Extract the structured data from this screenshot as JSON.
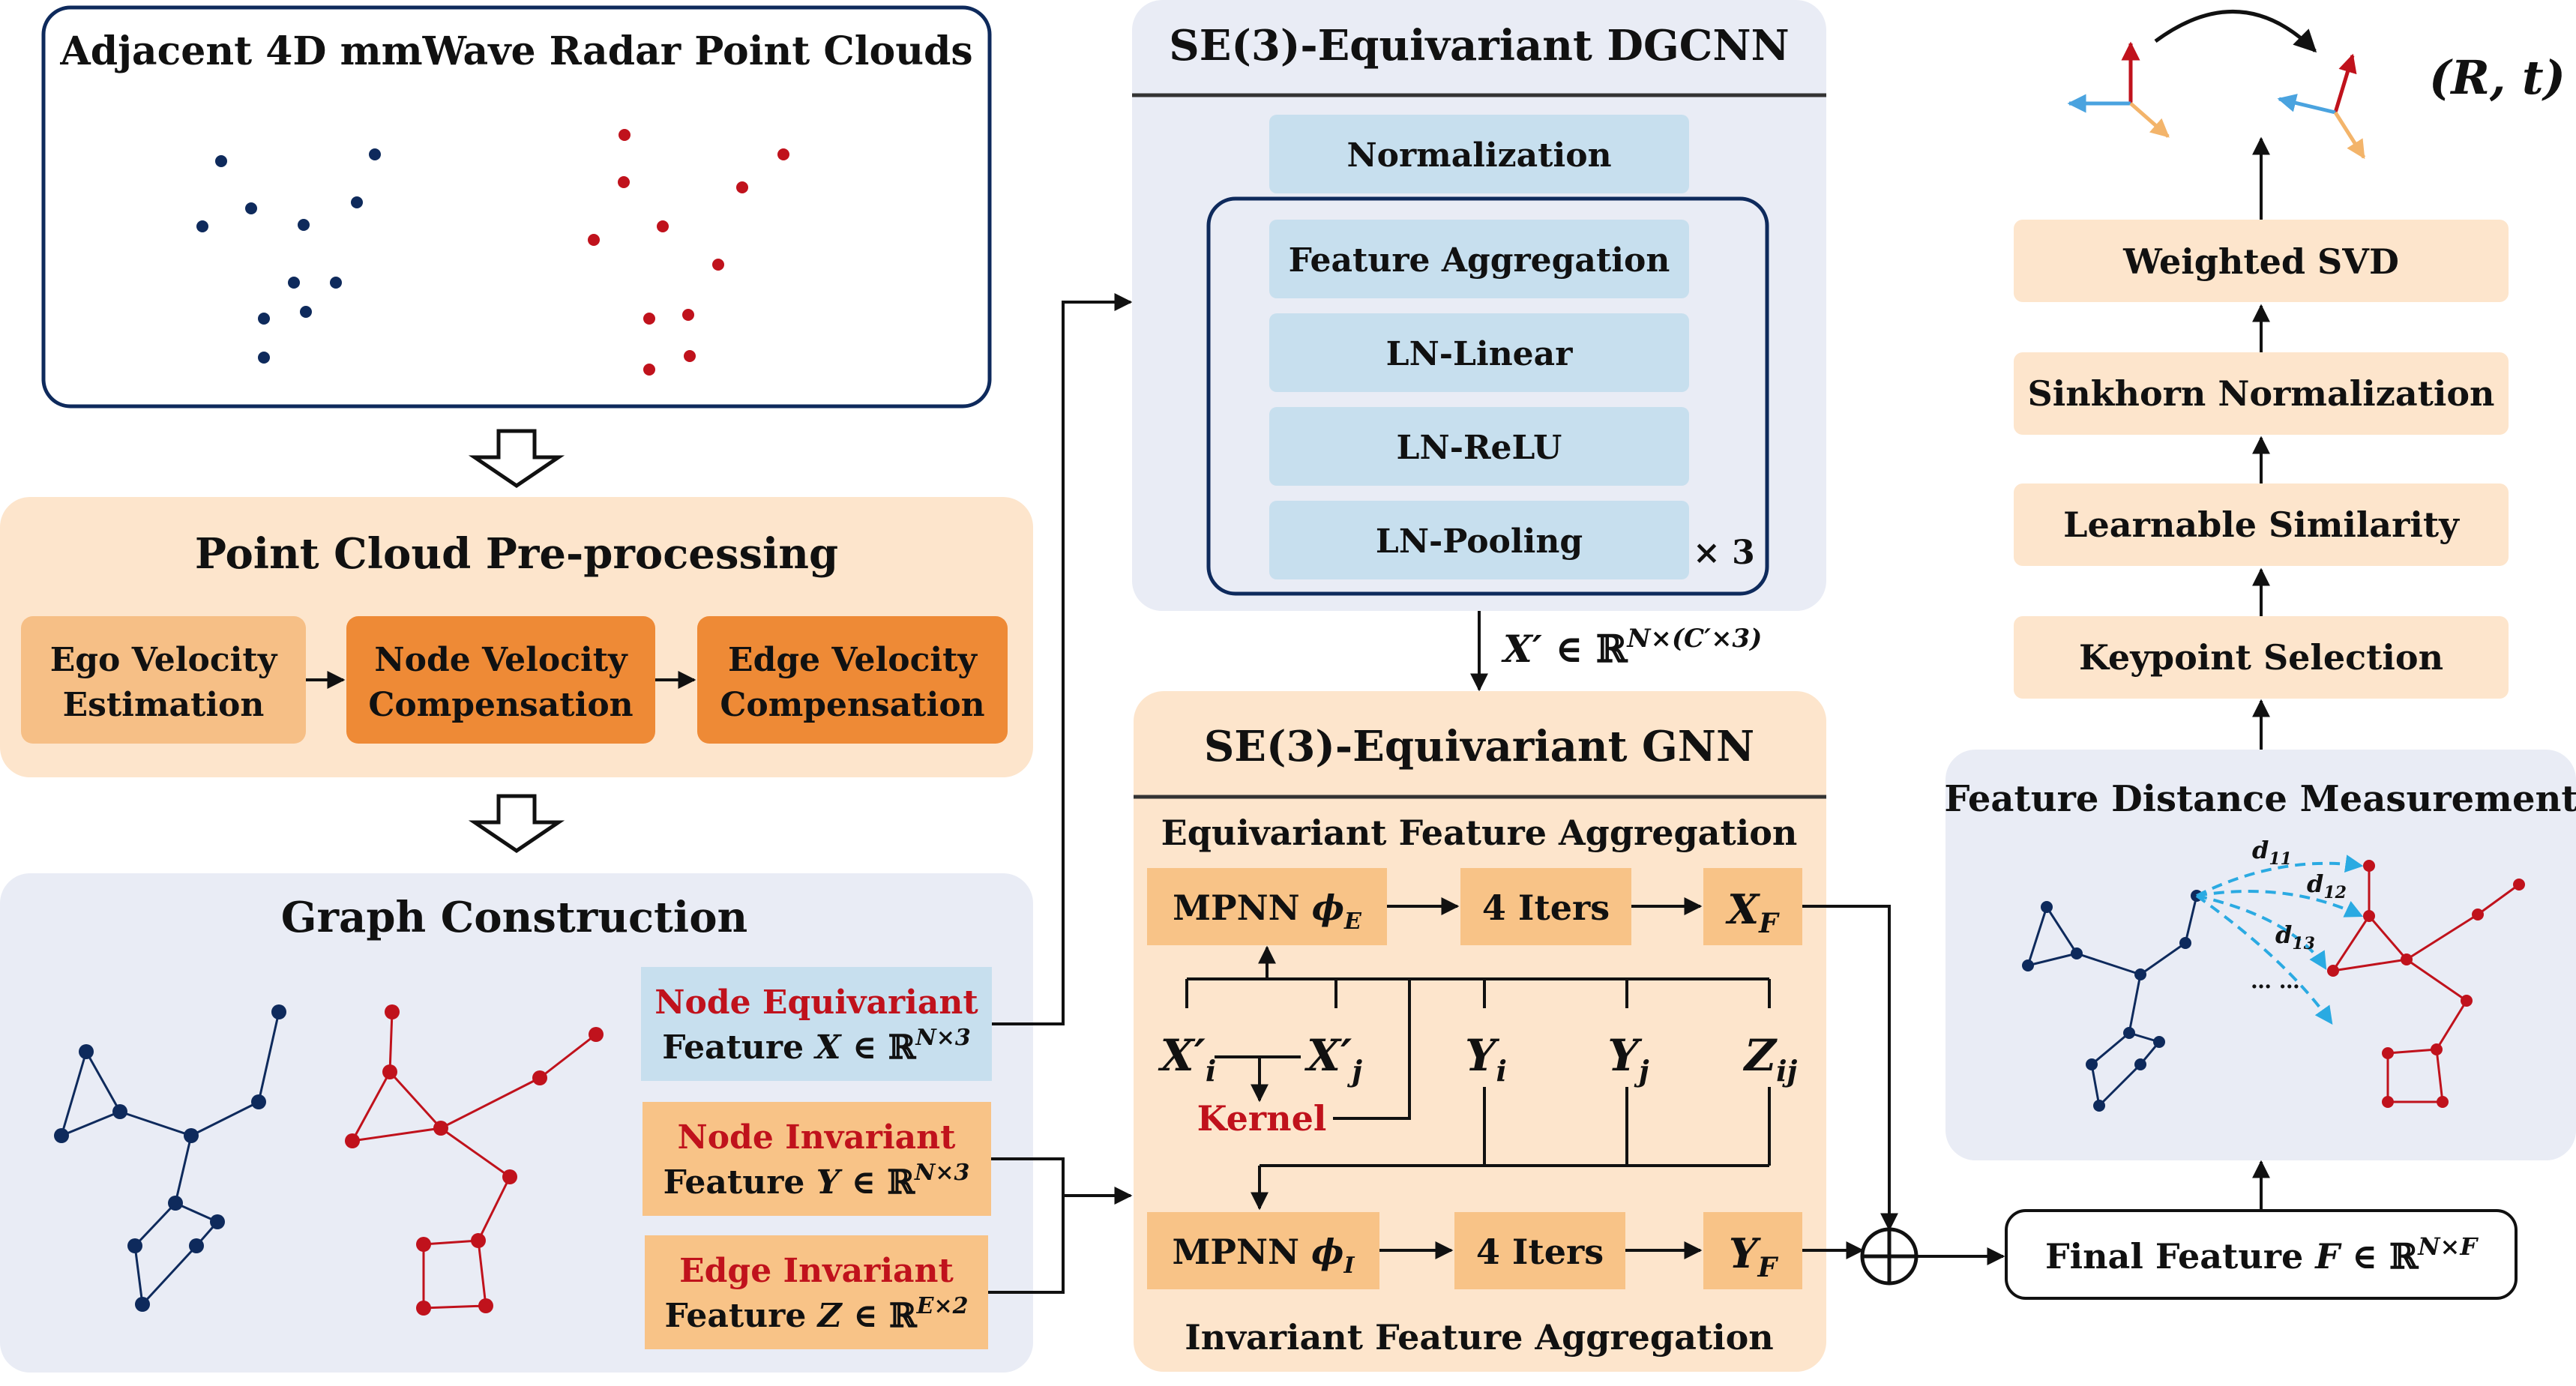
{
  "radar": {
    "title": "Adjacent 4D mmWave Radar Point Clouds"
  },
  "preprocessing": {
    "title": "Point Cloud Pre-processing",
    "steps": [
      {
        "line1": "Ego Velocity",
        "line2": "Estimation"
      },
      {
        "line1": "Node Velocity",
        "line2": "Compensation"
      },
      {
        "line1": "Edge Velocity",
        "line2": "Compensation"
      }
    ]
  },
  "graph": {
    "title": "Graph Construction",
    "features": [
      {
        "name": "Node Equivariant",
        "label": "Feature",
        "symbol": "X",
        "space": "∈ ℝ",
        "sup": "N×3"
      },
      {
        "name": "Node Invariant",
        "label": "Feature",
        "symbol": "Y",
        "space": "∈ ℝ",
        "sup": "N×3"
      },
      {
        "name": "Edge Invariant",
        "label": "Feature",
        "symbol": "Z",
        "space": "∈ ℝ",
        "sup": "E×2"
      }
    ]
  },
  "dgcnn": {
    "title": "SE(3)-Equivariant DGCNN",
    "normalization": "Normalization",
    "layers": [
      "Feature Aggregation",
      "LN-Linear",
      "LN-ReLU",
      "LN-Pooling"
    ],
    "repeat": "× 3",
    "output": {
      "symbol": "X′",
      "space": "∈ ℝ",
      "sup": "N×(C′×3)"
    }
  },
  "gnn": {
    "title": "SE(3)-Equivariant GNN",
    "equivariant_title": "Equivariant Feature Aggregation",
    "invariant_title": "Invariant Feature Aggregation",
    "mpnn_e": {
      "label": "MPNN ",
      "symbol": "ϕ",
      "sub": "E"
    },
    "mpnn_i": {
      "label": "MPNN ",
      "symbol": "ϕ",
      "sub": "I"
    },
    "iters": "4 Iters",
    "xf": {
      "symbol": "X",
      "sub": "F"
    },
    "yf": {
      "symbol": "Y",
      "sub": "F"
    },
    "inputs": [
      {
        "symbol": "X′",
        "sub": "i"
      },
      {
        "symbol": "X′",
        "sub": "j"
      },
      {
        "symbol": "Y",
        "sub": "i"
      },
      {
        "symbol": "Y",
        "sub": "j"
      },
      {
        "symbol": "Z",
        "sub": "ij"
      }
    ],
    "kernel": "Kernel"
  },
  "final_feature": {
    "label": "Final Feature ",
    "symbol": "F",
    "space": "∈ ℝ",
    "sup": "N×F"
  },
  "distance": {
    "title": "Feature Distance Measurement",
    "labels": [
      {
        "symbol": "d",
        "sub": "11"
      },
      {
        "symbol": "d",
        "sub": "12"
      },
      {
        "symbol": "d",
        "sub": "13"
      }
    ],
    "ellipsis": "… …"
  },
  "pipeline": [
    "Keypoint Selection",
    "Learnable Similarity",
    "Sinkhorn Normalization",
    "Weighted SVD"
  ],
  "pose": "(R, t)",
  "colors": {
    "navy": "#0e2a5c",
    "red": "#c0121c",
    "peach": "#fde5cc",
    "orange_light": "#f6bf86",
    "orange_dark": "#ee8a36",
    "lavender": "#e9ecf5",
    "light_blue": "#c7dfee",
    "tan": "#f8c387",
    "cyan": "#2aaae2"
  }
}
